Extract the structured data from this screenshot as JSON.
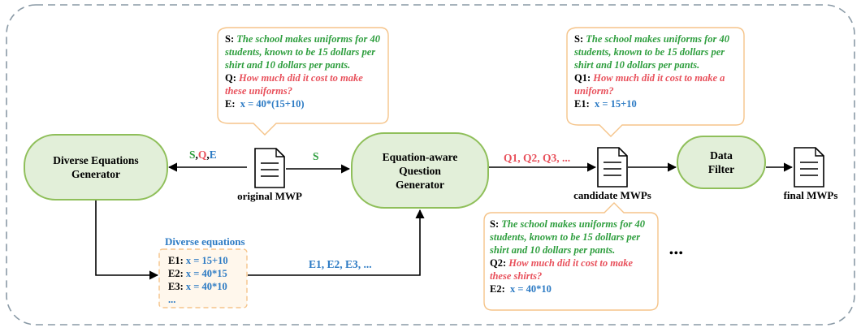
{
  "nodes": {
    "diverse_generator": "Diverse Equations\nGenerator",
    "question_generator": "Equation-aware\nQuestion\nGenerator",
    "data_filter": "Data\nFilter"
  },
  "docs": {
    "original": "original MWP",
    "candidate": "candidate MWPs",
    "final": "final MWPs"
  },
  "edges": {
    "sqe": {
      "s": "S",
      "sep1": ",",
      "q": "Q",
      "sep2": ",",
      "e": "E"
    },
    "s_only": "S",
    "questions": "Q1, Q2, Q3, ...",
    "equations_list": "E1, E2, E3, ..."
  },
  "callout_original": {
    "s_key": "S:",
    "s_text": "The school makes uniforms for 40 students, known to be 15 dollars per shirt and 10 dollars per pants.",
    "q_key": "Q:",
    "q_text": "How much did it cost to make these uniforms?",
    "e_key": "E:",
    "e_text": "x = 40*(15+10)"
  },
  "callout_candidate1": {
    "s_key": "S:",
    "s_text": "The school makes uniforms for 40 students, known to be 15 dollars per shirt and 10 dollars per pants.",
    "q_key": "Q1:",
    "q_text": "How much did it cost to make a uniform?",
    "e_key": "E1:",
    "e_text": "x = 15+10"
  },
  "callout_candidate2": {
    "s_key": "S:",
    "s_text": "The school makes uniforms for 40 students, known to be 15 dollars per shirt and 10 dollars per pants.",
    "q_key": "Q2:",
    "q_text": "How much did it cost to make these shirts?",
    "e_key": "E2:",
    "e_text": "x = 40*10"
  },
  "diverse_equations": {
    "title": "Diverse equations",
    "items": [
      {
        "key": "E1:",
        "val": "x = 15+10"
      },
      {
        "key": "E2:",
        "val": "x = 40*15"
      },
      {
        "key": "E3:",
        "val": "x = 40*10"
      }
    ],
    "more": "..."
  },
  "ellipsis": "•••",
  "colors": {
    "node_fill": "#e2efd9",
    "node_stroke": "#8fbf5a",
    "callout_stroke": "#f5c48a",
    "dashed_border": "#8a9aa6",
    "green": "#2e9e3e",
    "red": "#e8505b",
    "blue": "#2d7bc4"
  }
}
